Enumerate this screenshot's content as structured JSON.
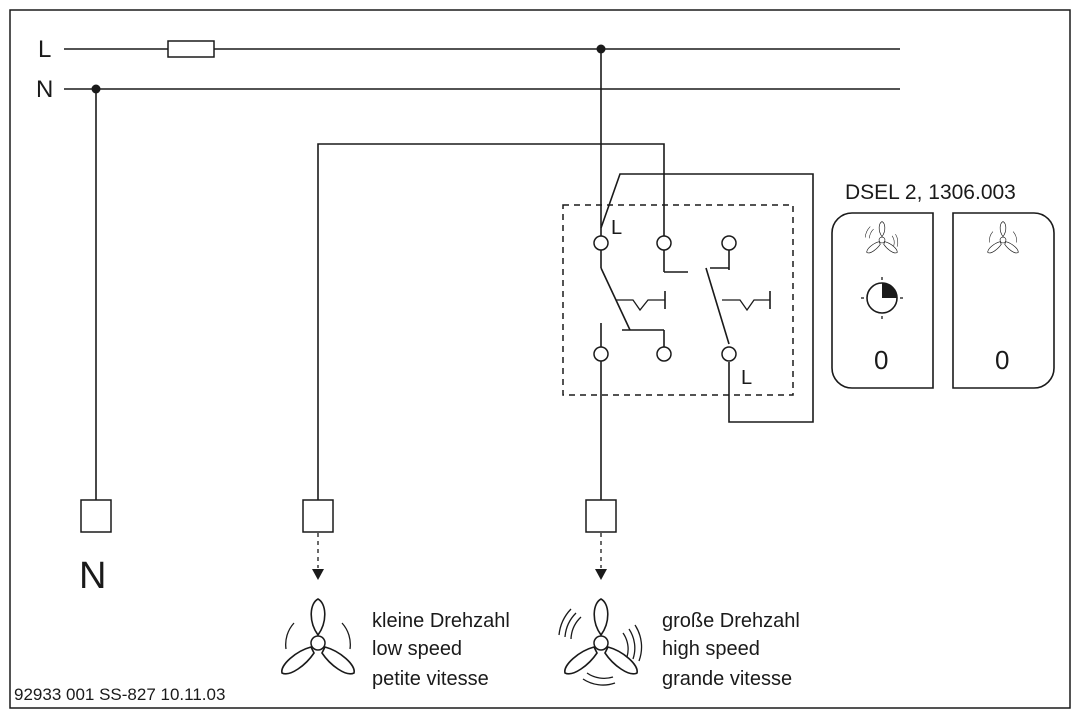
{
  "lines": {
    "line_label": "L",
    "neutral_label": "N"
  },
  "terminals": {
    "neutral_terminal_label": "N"
  },
  "switch": {
    "input_label": "L",
    "output_label": "L"
  },
  "device": {
    "model_label": "DSEL 2, 1306.003",
    "left_button_value": "0",
    "right_button_value": "0",
    "icons": [
      "fan-high-speed-icon",
      "timer-icon",
      "fan-low-speed-icon"
    ]
  },
  "fans": {
    "low_speed": {
      "line1": "kleine Drehzahl",
      "line2": "low speed",
      "line3": "petite vitesse"
    },
    "high_speed": {
      "line1": "große Drehzahl",
      "line2": "high speed",
      "line3": "grande vitesse"
    }
  },
  "footer": {
    "code": "92933 001  SS-827  10.11.03"
  }
}
